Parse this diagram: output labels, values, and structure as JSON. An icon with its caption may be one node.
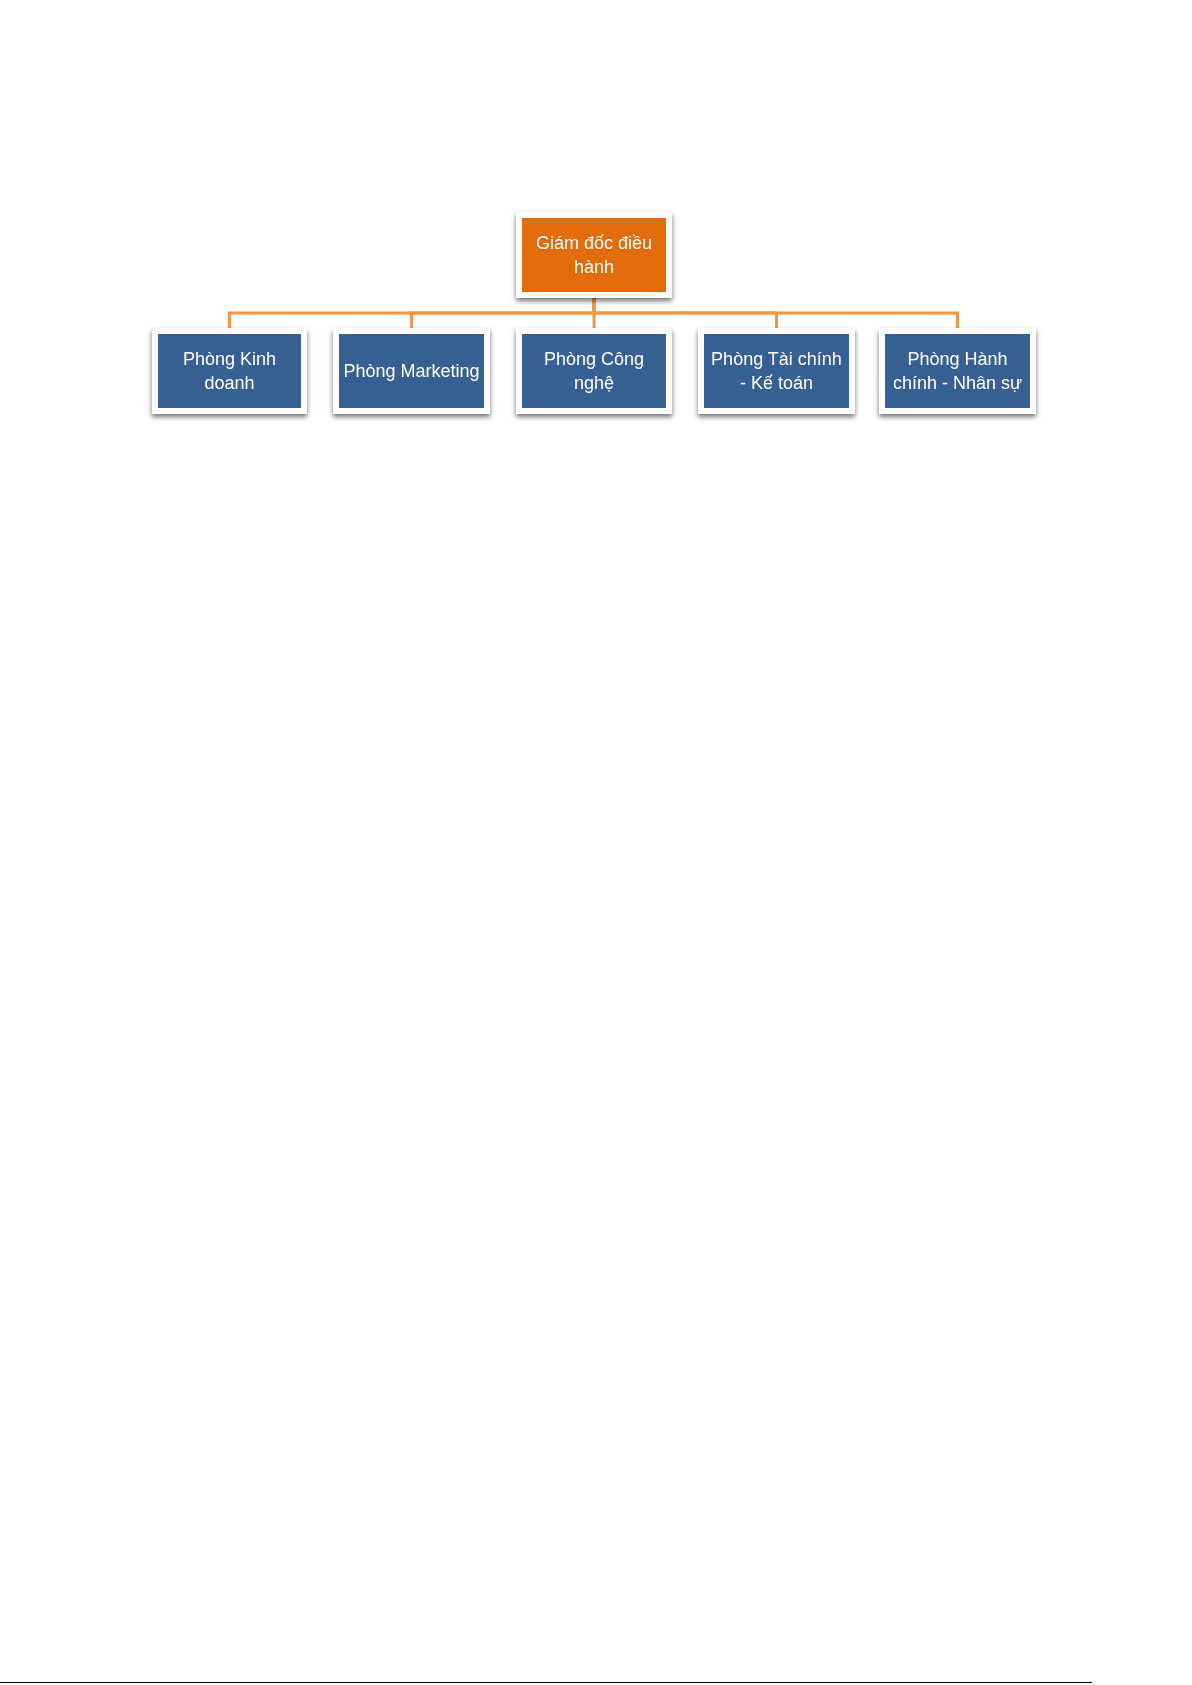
{
  "diagram": {
    "nodes": [
      {
        "text": [
          "Giám đốc điều hành"
        ]
      },
      {
        "text": [
          "Phòng Kinh doanh"
        ]
      },
      {
        "text": [
          "Phòng Marketing"
        ]
      },
      {
        "text": [
          "Phòng Công nghệ"
        ]
      },
      {
        "text": [
          "Phòng Tài chính - Kế toán"
        ]
      },
      {
        "text": [
          "Phòng Hành chính - Nhân sự"
        ]
      }
    ],
    "edges": [
      {
        "from": 0,
        "to": 1,
        "arrow": "none"
      },
      {
        "from": 0,
        "to": 2,
        "arrow": "none"
      },
      {
        "from": 0,
        "to": 3,
        "arrow": "none"
      },
      {
        "from": 0,
        "to": 4,
        "arrow": "none"
      },
      {
        "from": 0,
        "to": 5,
        "arrow": "none"
      }
    ]
  }
}
